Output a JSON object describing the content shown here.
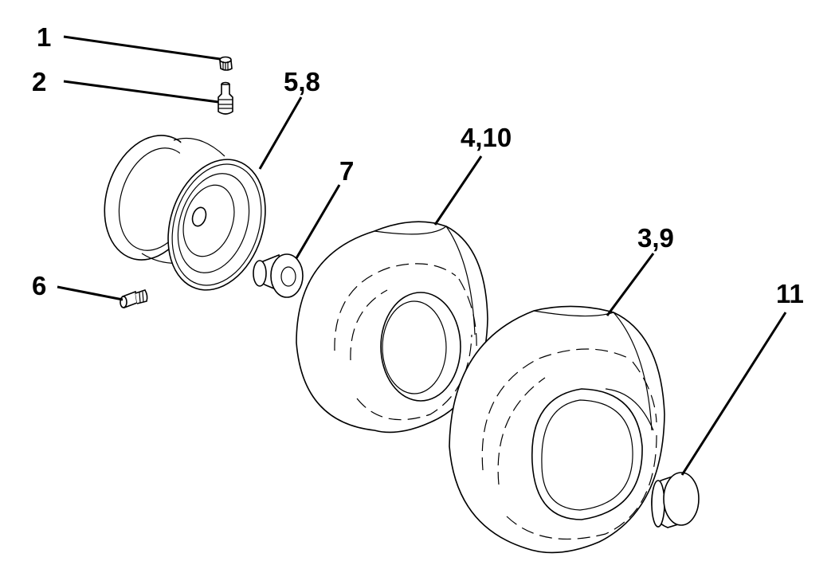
{
  "callouts": {
    "c1": "1",
    "c2": "2",
    "c3_9": "3,9",
    "c4_10": "4,10",
    "c5_8": "5,8",
    "c6": "6",
    "c7": "7",
    "c11": "11"
  },
  "colors": {
    "line": "#000000",
    "background": "#ffffff"
  }
}
